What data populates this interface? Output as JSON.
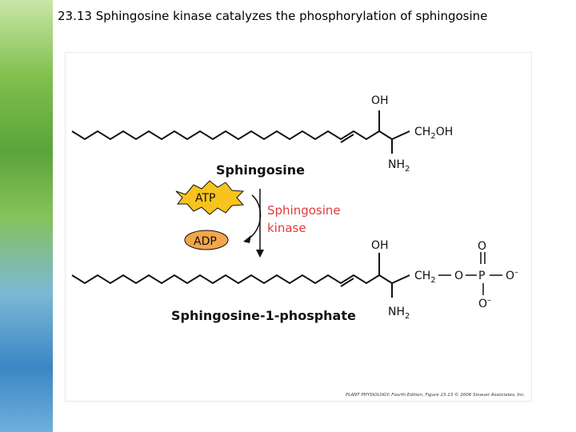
{
  "title": "23.13 Sphingosine kinase catalyzes the phosphorylation of sphingosine",
  "diagram": {
    "top_molecule": {
      "oh": "OH",
      "ch2": "CH",
      "ch2_sub": "2",
      "oh_end": "OH",
      "nh": "NH",
      "nh_sub": "2",
      "name": "Sphingosine"
    },
    "atp": "ATP",
    "adp": "ADP",
    "enzyme_line1": "Sphingosine",
    "enzyme_line2": "kinase",
    "bottom_molecule": {
      "oh": "OH",
      "ch2": "CH",
      "ch2_sub": "2",
      "o_link": "O",
      "p": "P",
      "o_top": "O",
      "o_right": "O",
      "o_right_sup": "–",
      "o_bottom": "O",
      "o_bottom_sup": "–",
      "nh": "NH",
      "nh_sub": "2",
      "name": "Sphingosine-1-phosphate"
    },
    "credit": "PLANT PHYSIOLOGY, Fourth Edition, Figure 23.13 © 2006 Sinauer Associates, Inc.",
    "colors": {
      "atp_fill": "#f7c31d",
      "adp_fill": "#f4a64a",
      "enzyme_text": "#e53a3a"
    }
  }
}
